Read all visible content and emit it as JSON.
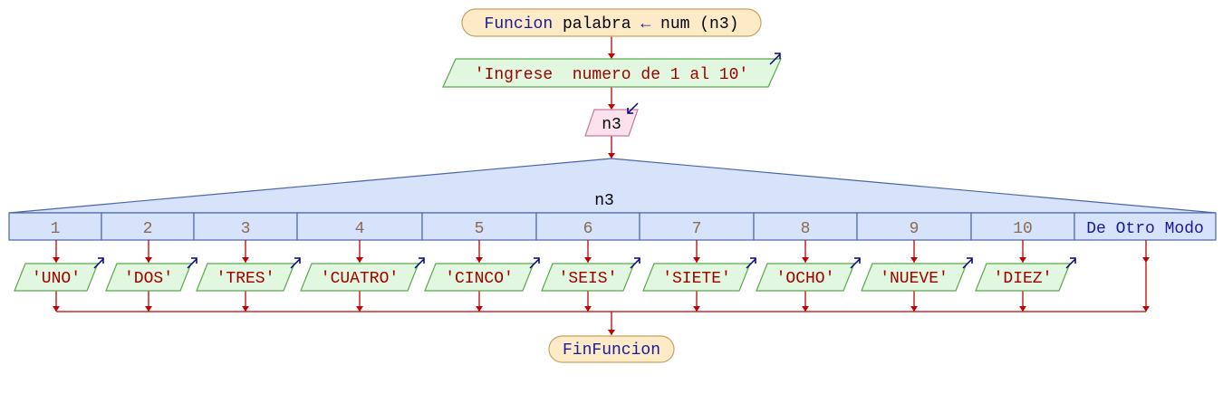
{
  "start": {
    "keyword": "Funcion",
    "name": "palabra",
    "arrow": "←",
    "rest": "num (n3)"
  },
  "prompt_output": "'Ingrese  numero de 1 al 10'",
  "input_var": "n3",
  "switch": {
    "variable": "n3",
    "cases": [
      "1",
      "2",
      "3",
      "4",
      "5",
      "6",
      "7",
      "8",
      "9",
      "10"
    ],
    "default_label": "De Otro Modo",
    "outputs": [
      "'UNO'",
      "'DOS'",
      "'TRES'",
      "'CUATRO'",
      "'CINCO'",
      "'SEIS'",
      "'SIETE'",
      "'OCHO'",
      "'NUEVE'",
      "'DIEZ'"
    ]
  },
  "end": "FinFuncion",
  "colors": {
    "flow_line": "#c00000",
    "terminal_fill": "#fdebc8",
    "terminal_stroke": "#c8a060",
    "output_fill": "#e2f7df",
    "output_stroke": "#59a84c",
    "input_fill": "#fde2ee",
    "input_stroke": "#c87a9a",
    "switch_fill": "#d7e3fb",
    "switch_stroke": "#4a66a8",
    "keyword_text": "#1a1a99",
    "string_text": "#a00000",
    "number_text": "#8a6a50",
    "io_arrow": "#000080"
  }
}
